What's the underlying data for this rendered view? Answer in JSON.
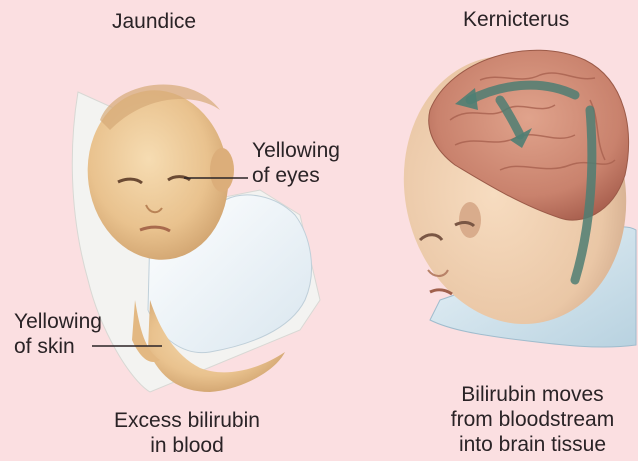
{
  "left_panel": {
    "title": "Jaundice",
    "eye_label": [
      "Yellowing",
      "of eyes"
    ],
    "skin_label": [
      "Yellowing",
      "of skin"
    ],
    "caption": [
      "Excess bilirubin",
      "in blood"
    ]
  },
  "right_panel": {
    "title": "Kernicterus",
    "caption": [
      "Bilirubin moves",
      "from bloodstream",
      "into brain tissue"
    ]
  },
  "colors": {
    "background": "#fbdfe1",
    "skin_yellow": "#e8c48f",
    "brain": "#c98a78",
    "arrow": "#4f7e73"
  }
}
